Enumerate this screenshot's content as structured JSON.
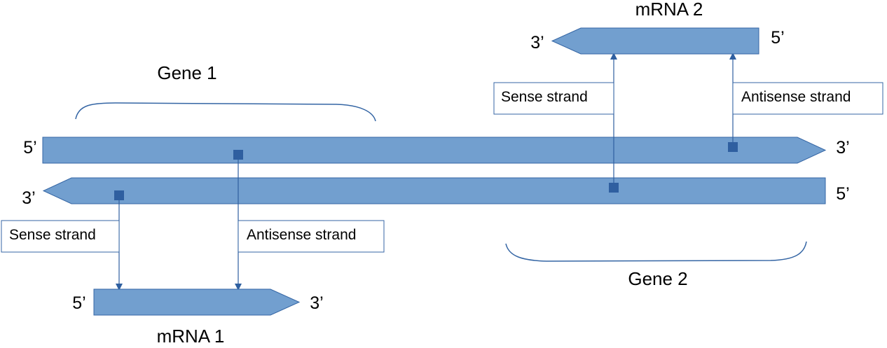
{
  "gene1": {
    "label": "Gene 1"
  },
  "gene2": {
    "label": "Gene 2"
  },
  "top_strand": {
    "left_end": "5’",
    "right_end": "3’"
  },
  "bottom_strand": {
    "left_end": "3’",
    "right_end": "5’"
  },
  "mrna1": {
    "label": "mRNA 1",
    "left_end": "5’",
    "right_end": "3’"
  },
  "mrna2": {
    "label": "mRNA 2",
    "left_end": "3’",
    "right_end": "5’"
  },
  "boxes": {
    "gene1_sense": "Sense strand",
    "gene1_antisense": "Antisense strand",
    "gene2_sense": "Sense strand",
    "gene2_antisense": "Antisense strand"
  },
  "colors": {
    "strand_fill": "#729fcf",
    "strand_stroke": "#3465a4",
    "marker": "#2f5fa0",
    "arrow": "#2f5fa0",
    "bracket": "#3465a4"
  }
}
